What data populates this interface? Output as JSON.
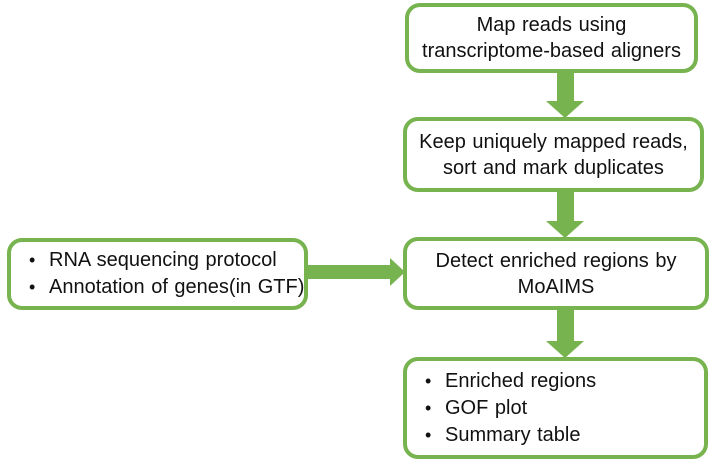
{
  "colors": {
    "green": "#77B34E",
    "text": "#111111",
    "background": "#ffffff"
  },
  "flowchart": {
    "map_reads": {
      "line1": "Map reads using",
      "line2": "transcriptome-based aligners"
    },
    "keep_reads": {
      "line1": "Keep uniquely mapped reads,",
      "line2": "sort and mark duplicates"
    },
    "detect": {
      "line1": "Detect enriched regions by",
      "line2": "MoAIMS"
    },
    "inputs": {
      "bullets": [
        "RNA sequencing protocol",
        "Annotation of genes(in GTF)"
      ]
    },
    "outputs": {
      "bullets": [
        "Enriched regions",
        "GOF plot",
        "Summary table"
      ]
    }
  }
}
